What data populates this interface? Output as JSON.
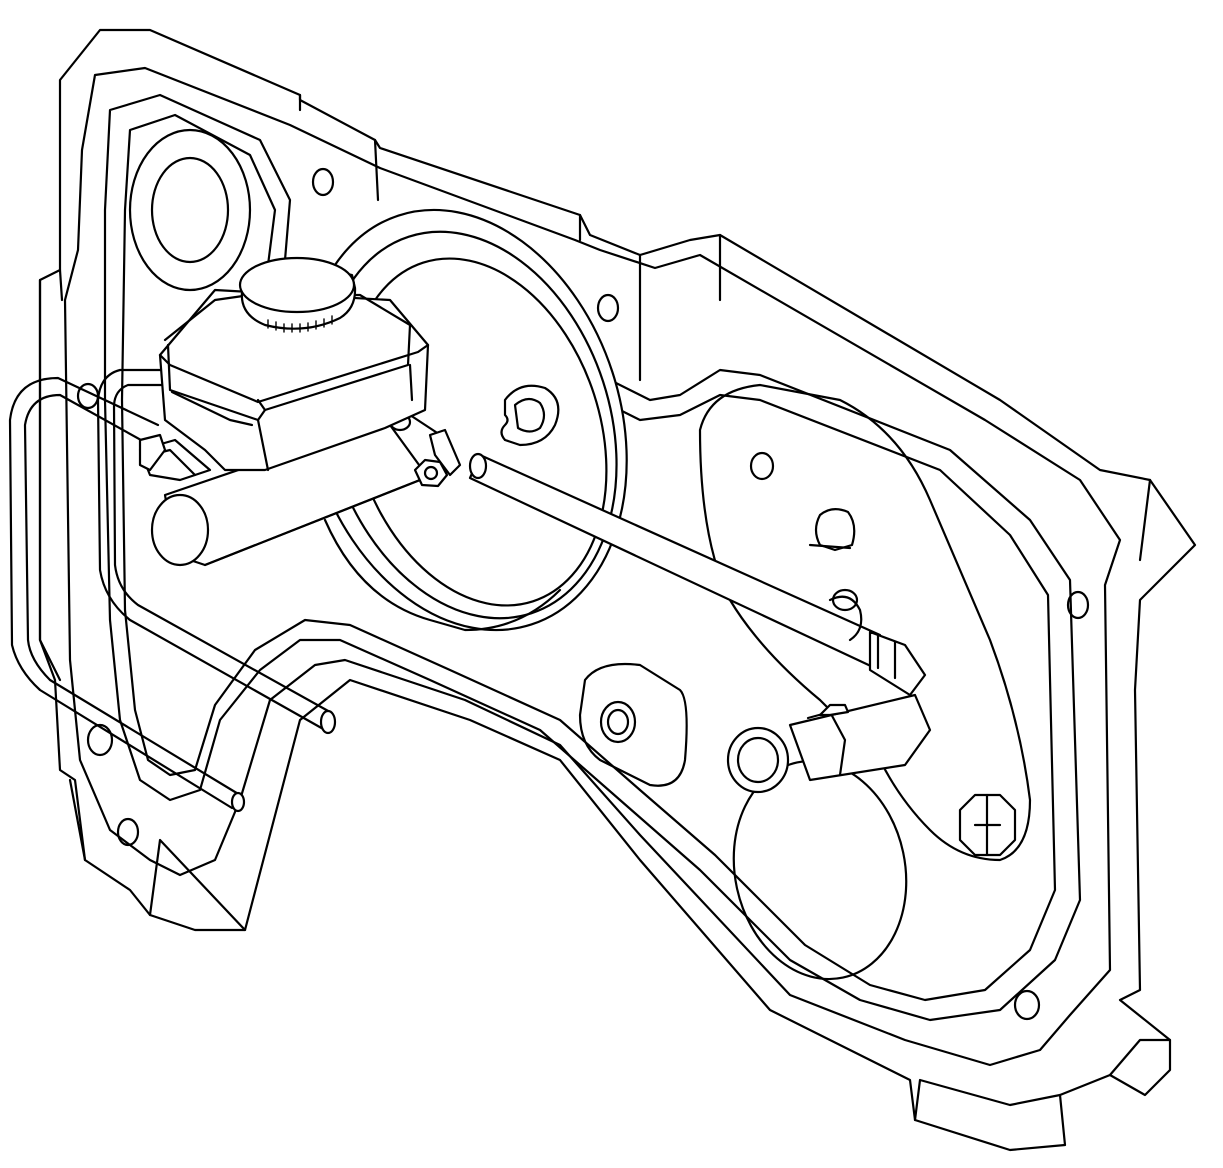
{
  "diagram": {
    "labels": [],
    "components": [
      {
        "id": "dash-panel",
        "icon": "dash-panel-icon"
      },
      {
        "id": "brake-booster",
        "icon": "brake-booster-icon"
      },
      {
        "id": "master-cylinder",
        "icon": "master-cylinder-icon"
      },
      {
        "id": "fluid-reservoir",
        "icon": "fluid-reservoir-icon"
      },
      {
        "id": "reservoir-cap",
        "icon": "reservoir-cap-icon"
      },
      {
        "id": "brake-pipe",
        "icon": "brake-pipe-icon"
      },
      {
        "id": "vacuum-hose",
        "icon": "vacuum-hose-icon"
      },
      {
        "id": "hose-clamp",
        "icon": "hose-clamp-icon"
      },
      {
        "id": "check-valve",
        "icon": "check-valve-icon"
      },
      {
        "id": "mounting-nut",
        "icon": "nut-icon"
      },
      {
        "id": "mounting-bolt",
        "icon": "bolt-icon"
      }
    ],
    "colors": {
      "line": "#000000",
      "background": "#ffffff"
    }
  }
}
